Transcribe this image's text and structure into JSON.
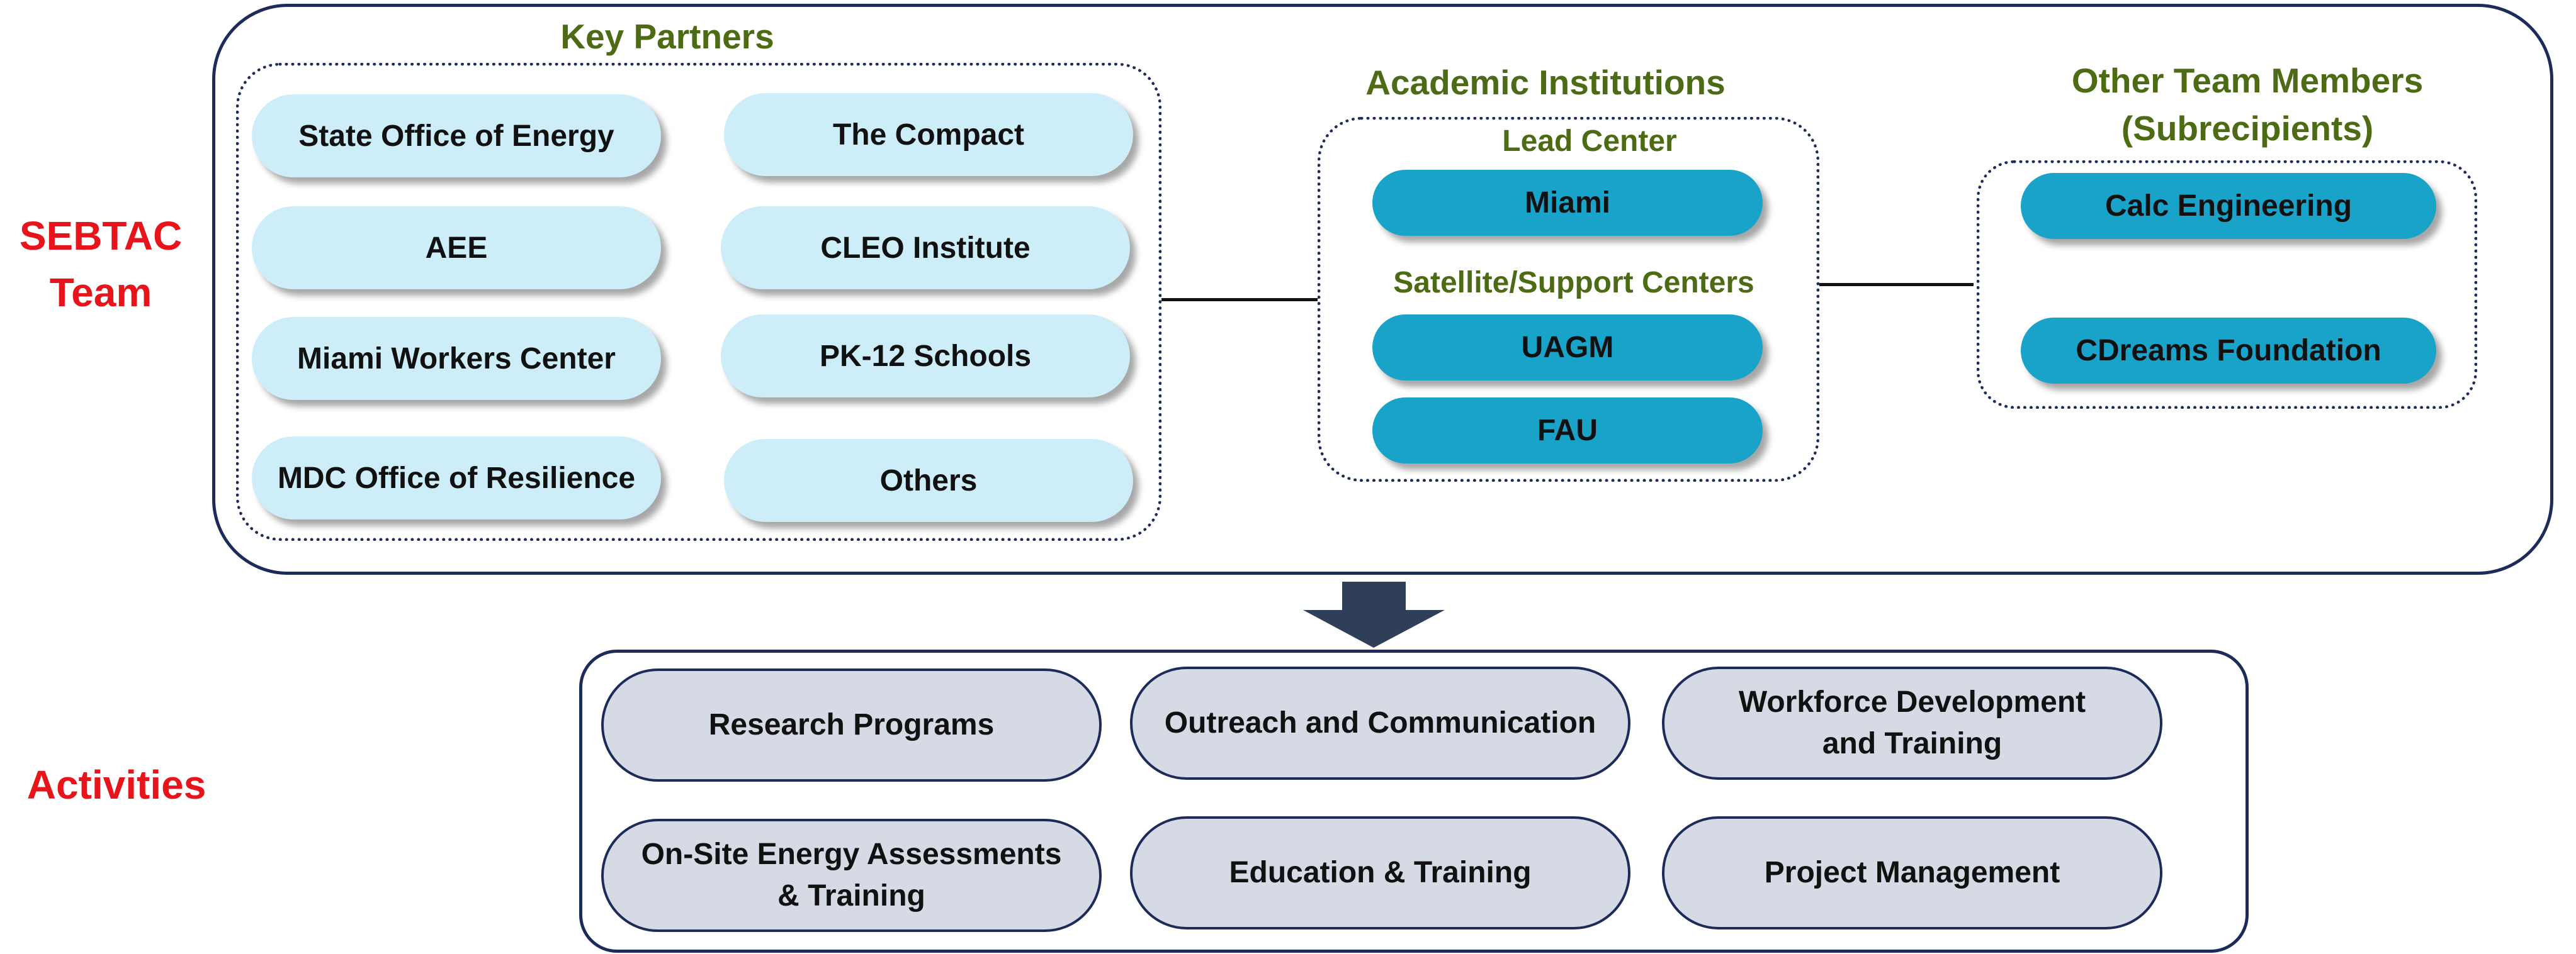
{
  "side_labels": {
    "team": "SEBTAC Team",
    "activities": "Activities"
  },
  "key_partners": {
    "title": "Key Partners",
    "items": [
      "State Office of Energy",
      "The Compact",
      "AEE",
      "CLEO Institute",
      "Miami Workers Center",
      "PK-12 Schools",
      "MDC Office of Resilience",
      "Others"
    ]
  },
  "academic": {
    "title": "Academic Institutions",
    "lead_title": "Lead Center",
    "lead_items": [
      "Miami"
    ],
    "satellite_title": "Satellite/Support Centers",
    "satellite_items": [
      "UAGM",
      "FAU"
    ]
  },
  "other_members": {
    "title_line1": "Other Team Members",
    "title_line2": "(Subrecipients)",
    "items": [
      "Calc Engineering",
      "CDreams Foundation"
    ]
  },
  "activities": {
    "items": [
      "Research Programs",
      "Outreach and Communication",
      "Workforce Development and Training",
      "On-Site Energy Assessments & Training",
      "Education & Training",
      "Project Management"
    ]
  },
  "colors": {
    "side_label": "#e8141b",
    "section_title": "#4d6b14",
    "border": "#1c2b5a",
    "pill_light": "#cdeef8",
    "pill_teal": "#1aa3c9",
    "pill_activity": "#d5dae4",
    "arrow": "#2f3f57"
  }
}
